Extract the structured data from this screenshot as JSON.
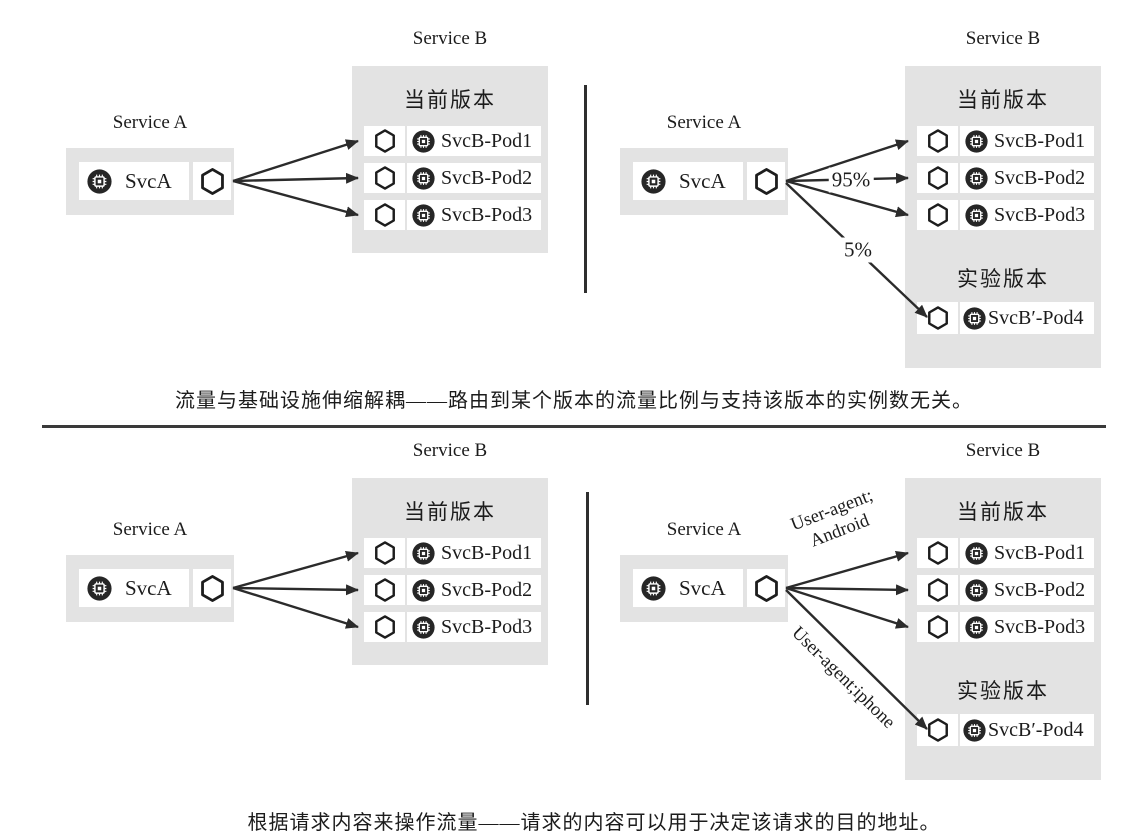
{
  "captions": {
    "top": "流量与基础设施伸缩解耦——路由到某个版本的流量比例与支持该版本的实例数无关。",
    "bottom": "根据请求内容来操作流量——请求的内容可以用于决定该请求的目的地址。"
  },
  "panels": [
    {
      "name": "decoupled-routing-uniform",
      "service_a": {
        "title": "Service A",
        "workload": "SvcA"
      },
      "service_b": {
        "title": "Service B",
        "current_version": "当前版本",
        "current_pods": [
          "SvcB-Pod1",
          "SvcB-Pod2",
          "SvcB-Pod3"
        ]
      }
    },
    {
      "name": "decoupled-routing-weighted",
      "service_a": {
        "title": "Service A",
        "workload": "SvcA"
      },
      "service_b": {
        "title": "Service B",
        "current_version": "当前版本",
        "current_pods": [
          "SvcB-Pod1",
          "SvcB-Pod2",
          "SvcB-Pod3"
        ],
        "experimental_version": "实验版本",
        "experimental_pods": [
          "SvcB′-Pod4"
        ]
      },
      "edge_labels": {
        "to_current": "95%",
        "to_experimental": "5%"
      }
    },
    {
      "name": "content-routing-uniform",
      "service_a": {
        "title": "Service A",
        "workload": "SvcA"
      },
      "service_b": {
        "title": "Service B",
        "current_version": "当前版本",
        "current_pods": [
          "SvcB-Pod1",
          "SvcB-Pod2",
          "SvcB-Pod3"
        ]
      }
    },
    {
      "name": "content-routing-by-user-agent",
      "service_a": {
        "title": "Service A",
        "workload": "SvcA"
      },
      "service_b": {
        "title": "Service B",
        "current_version": "当前版本",
        "current_pods": [
          "SvcB-Pod1",
          "SvcB-Pod2",
          "SvcB-Pod3"
        ],
        "experimental_version": "实验版本",
        "experimental_pods": [
          "SvcB′-Pod4"
        ]
      },
      "edge_labels": {
        "to_current_line1": "User-agent;",
        "to_current_line2": "Android",
        "to_experimental": "User-agent;iphone"
      }
    }
  ],
  "icons": {
    "proxy": "hexagon-proxy-icon",
    "workload": "container-chip-icon"
  },
  "colors": {
    "panel_bg": "#e3e3e3",
    "node_bg": "#ffffff",
    "icon_dark": "#262626",
    "line": "#2b2b2b",
    "text": "#1c1c1c"
  }
}
